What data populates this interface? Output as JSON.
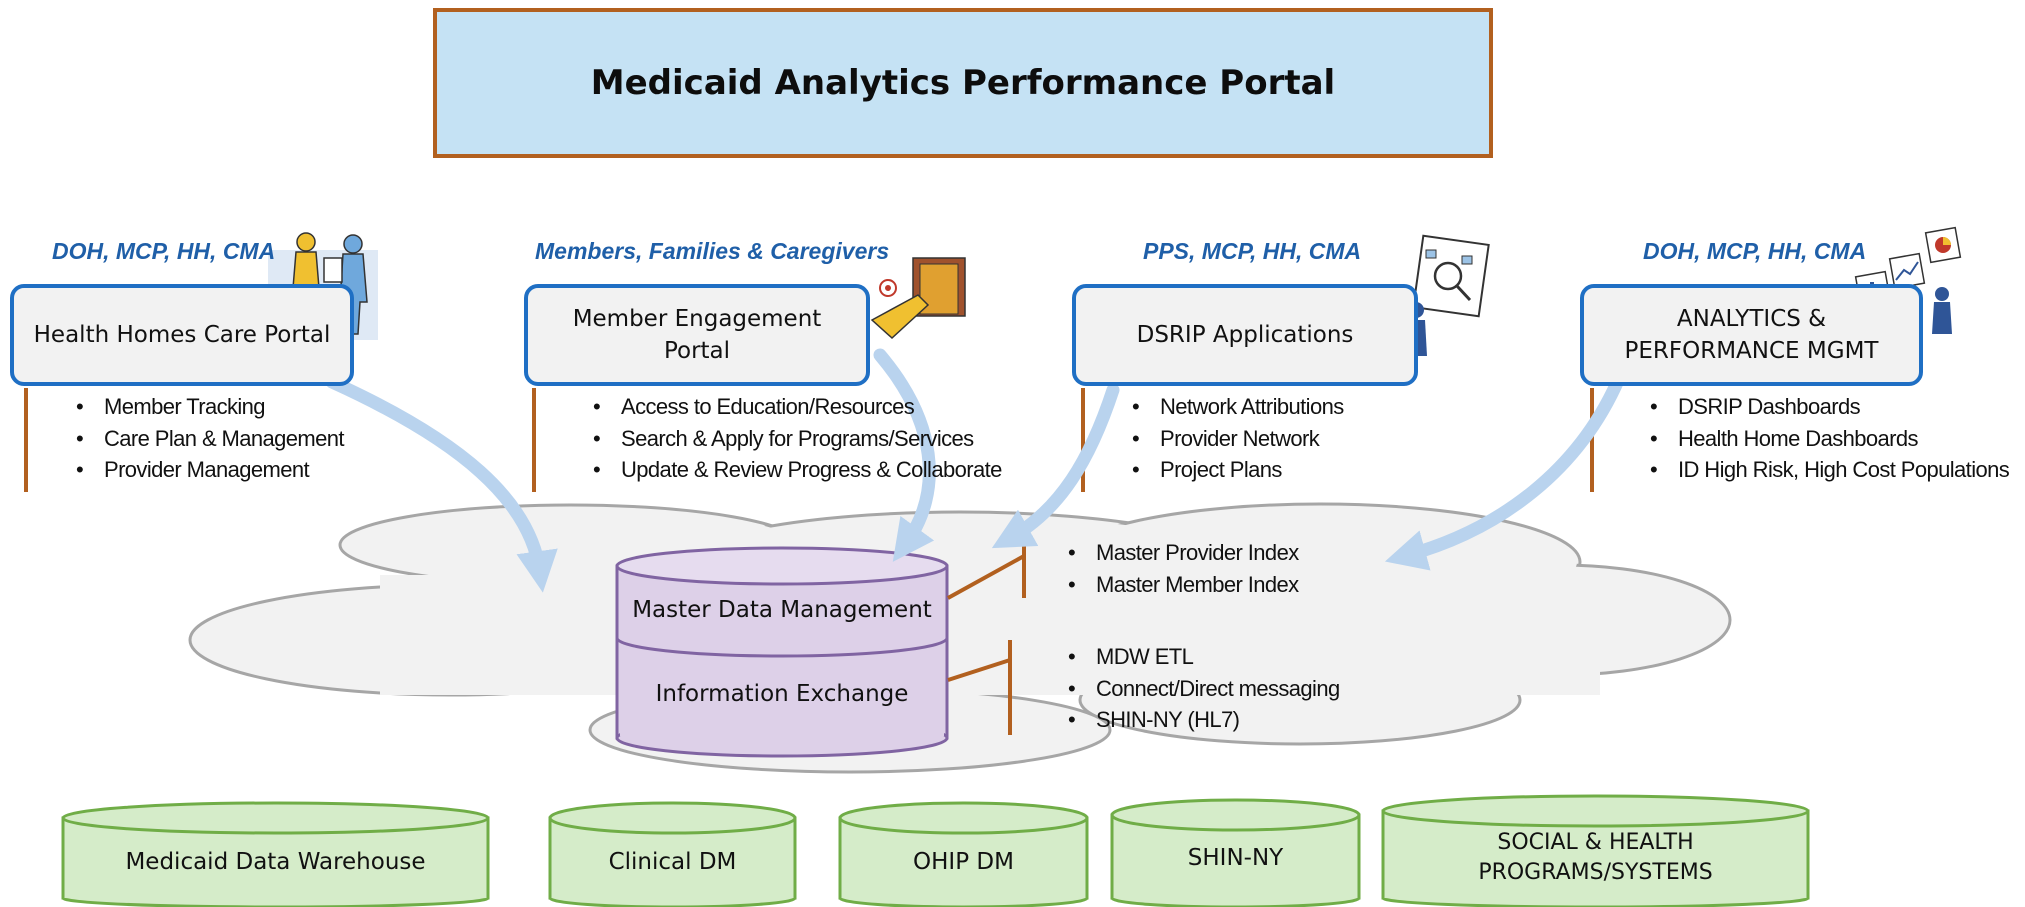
{
  "title": "Medicaid Analytics Performance Portal",
  "columns": [
    {
      "audience": "DOH, MCP, HH, CMA",
      "portal": "Health Homes Care Portal",
      "items": [
        "Member Tracking",
        "Care Plan & Management",
        "Provider Management"
      ]
    },
    {
      "audience": "Members, Families & Caregivers",
      "portal": "Member  Engagement\nPortal",
      "items": [
        "Access to Education/Resources",
        "Search & Apply for Programs/Services",
        "Update & Review Progress & Collaborate"
      ]
    },
    {
      "audience": "PPS, MCP, HH, CMA",
      "portal": "DSRIP Applications",
      "items": [
        "Network Attributions",
        "Provider Network",
        "Project Plans"
      ]
    },
    {
      "audience": "DOH, MCP, HH, CMA",
      "portal": "ANALYTICS &\nPERFORMANCE MGMT",
      "items": [
        "DSRIP Dashboards",
        "Health Home Dashboards",
        "ID High Risk, High Cost Populations"
      ]
    }
  ],
  "hub": {
    "top": "Master Data Management",
    "bottom": "Information  Exchange",
    "mdm_items": [
      "Master Provider Index",
      "Master Member Index"
    ],
    "exchange_items": [
      "MDW ETL",
      "Connect/Direct messaging",
      "SHIN-NY (HL7)"
    ]
  },
  "sources": [
    "Medicaid Data Warehouse",
    "Clinical DM",
    "OHIP DM",
    "SHIN-NY",
    "SOCIAL & HEALTH\nPROGRAMS/SYSTEMS"
  ],
  "colors": {
    "title_fill": "#c5e2f4",
    "title_border": "#b2601f",
    "audience_text": "#1f5fa8",
    "portal_border": "#1f6fc4",
    "arrow": "#b9d3ee",
    "cloud_fill": "#f2f2f2",
    "hub_fill": "#ddd0e8",
    "source_fill": "#d5ecc9",
    "connector": "#b2601f"
  },
  "icons": [
    "people-document-icon",
    "doorway-figure-icon",
    "board-presenter-icon",
    "analytics-presenter-icon"
  ]
}
